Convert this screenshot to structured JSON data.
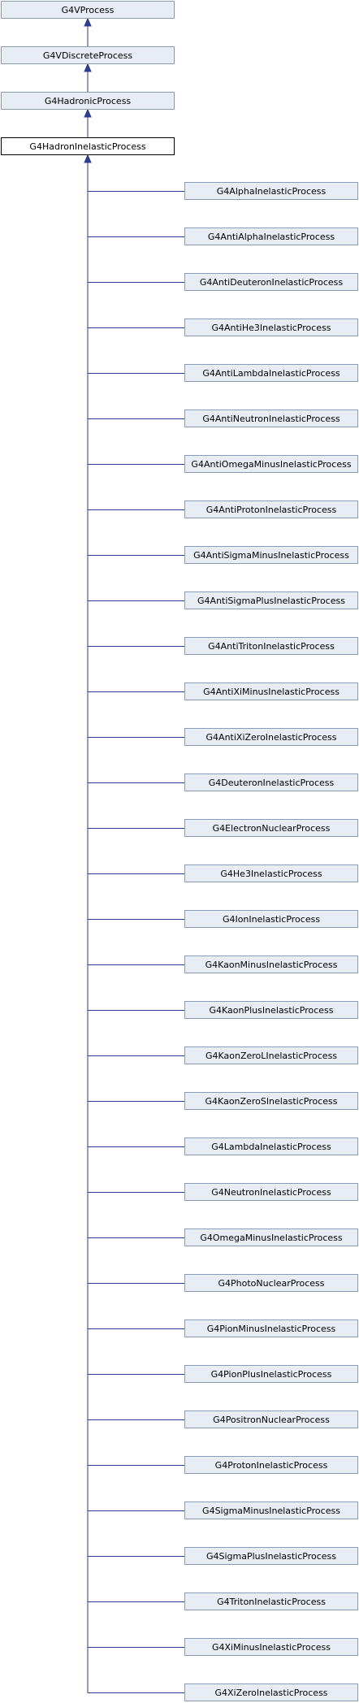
{
  "ancestors": [
    {
      "label": "G4VProcess"
    },
    {
      "label": "G4VDiscreteProcess"
    },
    {
      "label": "G4HadronicProcess"
    }
  ],
  "current": {
    "label": "G4HadronInelasticProcess"
  },
  "children": [
    {
      "label": "G4AlphaInelasticProcess"
    },
    {
      "label": "G4AntiAlphaInelasticProcess"
    },
    {
      "label": "G4AntiDeuteronInelasticProcess"
    },
    {
      "label": "G4AntiHe3InelasticProcess"
    },
    {
      "label": "G4AntiLambdaInelasticProcess"
    },
    {
      "label": "G4AntiNeutronInelasticProcess"
    },
    {
      "label": "G4AntiOmegaMinusInelasticProcess"
    },
    {
      "label": "G4AntiProtonInelasticProcess"
    },
    {
      "label": "G4AntiSigmaMinusInelasticProcess"
    },
    {
      "label": "G4AntiSigmaPlusInelasticProcess"
    },
    {
      "label": "G4AntiTritonInelasticProcess"
    },
    {
      "label": "G4AntiXiMinusInelasticProcess"
    },
    {
      "label": "G4AntiXiZeroInelasticProcess"
    },
    {
      "label": "G4DeuteronInelasticProcess"
    },
    {
      "label": "G4ElectronNuclearProcess"
    },
    {
      "label": "G4He3InelasticProcess"
    },
    {
      "label": "G4IonInelasticProcess"
    },
    {
      "label": "G4KaonMinusInelasticProcess"
    },
    {
      "label": "G4KaonPlusInelasticProcess"
    },
    {
      "label": "G4KaonZeroLInelasticProcess"
    },
    {
      "label": "G4KaonZeroSInelasticProcess"
    },
    {
      "label": "G4LambdaInelasticProcess"
    },
    {
      "label": "G4NeutronInelasticProcess"
    },
    {
      "label": "G4OmegaMinusInelasticProcess"
    },
    {
      "label": "G4PhotoNuclearProcess"
    },
    {
      "label": "G4PionMinusInelasticProcess"
    },
    {
      "label": "G4PionPlusInelasticProcess"
    },
    {
      "label": "G4PositronNuclearProcess"
    },
    {
      "label": "G4ProtonInelasticProcess"
    },
    {
      "label": "G4SigmaMinusInelasticProcess"
    },
    {
      "label": "G4SigmaPlusInelasticProcess"
    },
    {
      "label": "G4TritonInelasticProcess"
    },
    {
      "label": "G4XiMinusInelasticProcess"
    },
    {
      "label": "G4XiZeroInelasticProcess"
    }
  ],
  "colors": {
    "node_fill": "#e8edf5",
    "node_border": "#8a9bb8",
    "current_border": "#000000",
    "edge": "#2a3d8f"
  }
}
